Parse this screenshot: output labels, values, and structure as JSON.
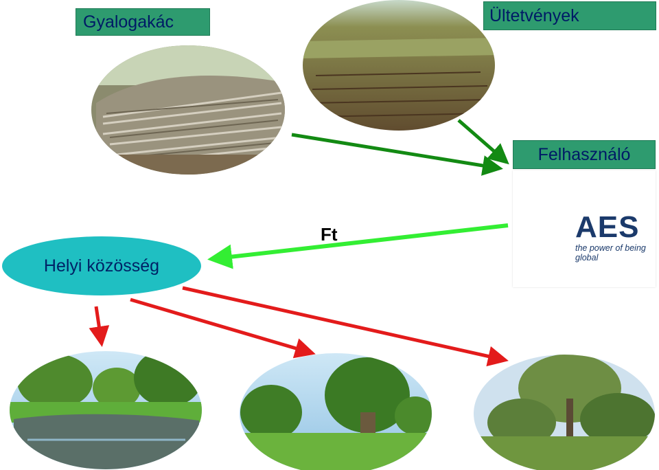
{
  "labels": {
    "source": "Gyalogakác",
    "plantations": "Ültetvények",
    "user": "Felhasználó",
    "community": "Helyi közösség",
    "payment": "Ft"
  },
  "logo": {
    "brand": "AES",
    "tagline": "the power of being global"
  },
  "colors": {
    "label_box": "#2e9b6f",
    "label_text": "#001a66",
    "community": "#1fbfc2",
    "arrow_supply": "#138a13",
    "arrow_payment": "#33ee33",
    "arrow_benefit": "#e31b1b"
  }
}
